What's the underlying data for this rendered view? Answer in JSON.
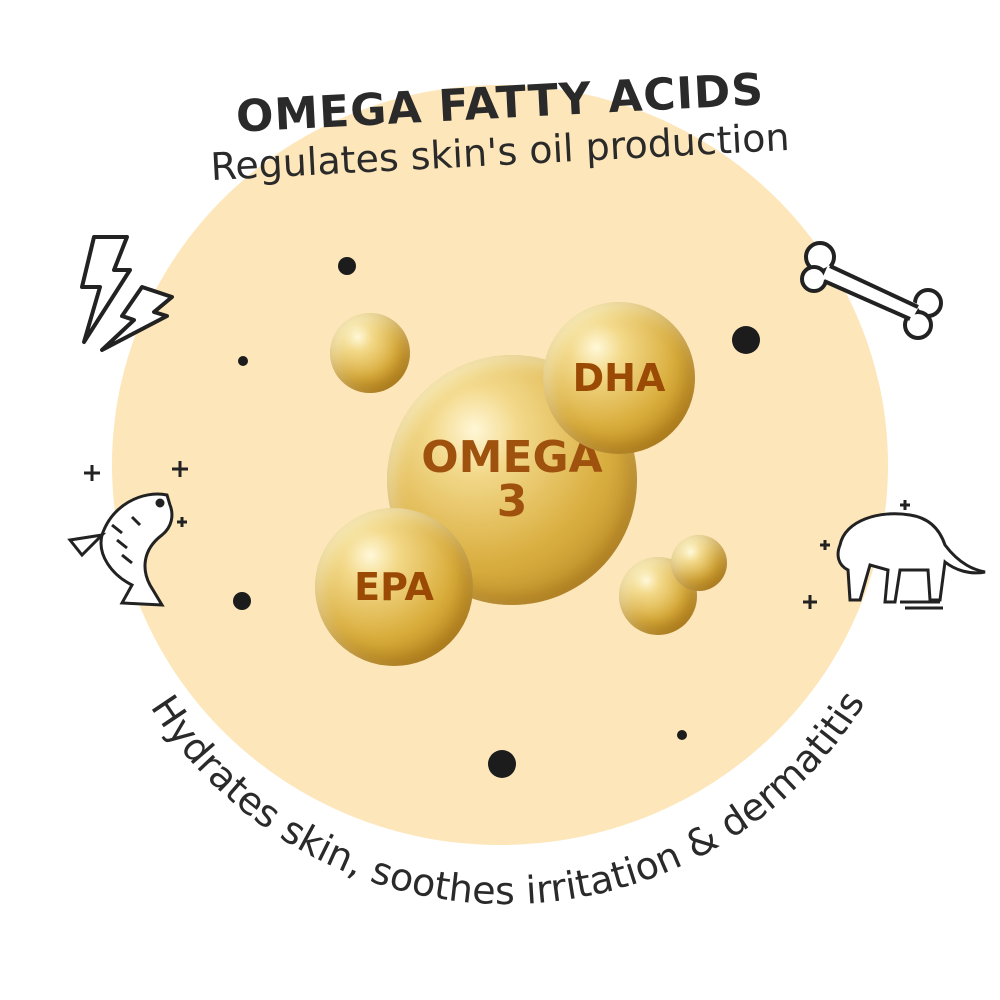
{
  "heading": "OMEGA FATTY ACIDS",
  "subheading": "Regulates skin's oil production",
  "bubbles": {
    "center_line1": "OMEGA",
    "center_line2": "3",
    "top_right": "DHA",
    "bottom_left": "EPA"
  },
  "curved_caption": "Hydrates skin, soothes irritation & dermatitis",
  "icons": [
    "lightning-icon",
    "bone-icon",
    "fish-icon",
    "dog-icon"
  ],
  "colors": {
    "background_circle": "#fde6b9",
    "bubble_text": "#9a4a05"
  }
}
